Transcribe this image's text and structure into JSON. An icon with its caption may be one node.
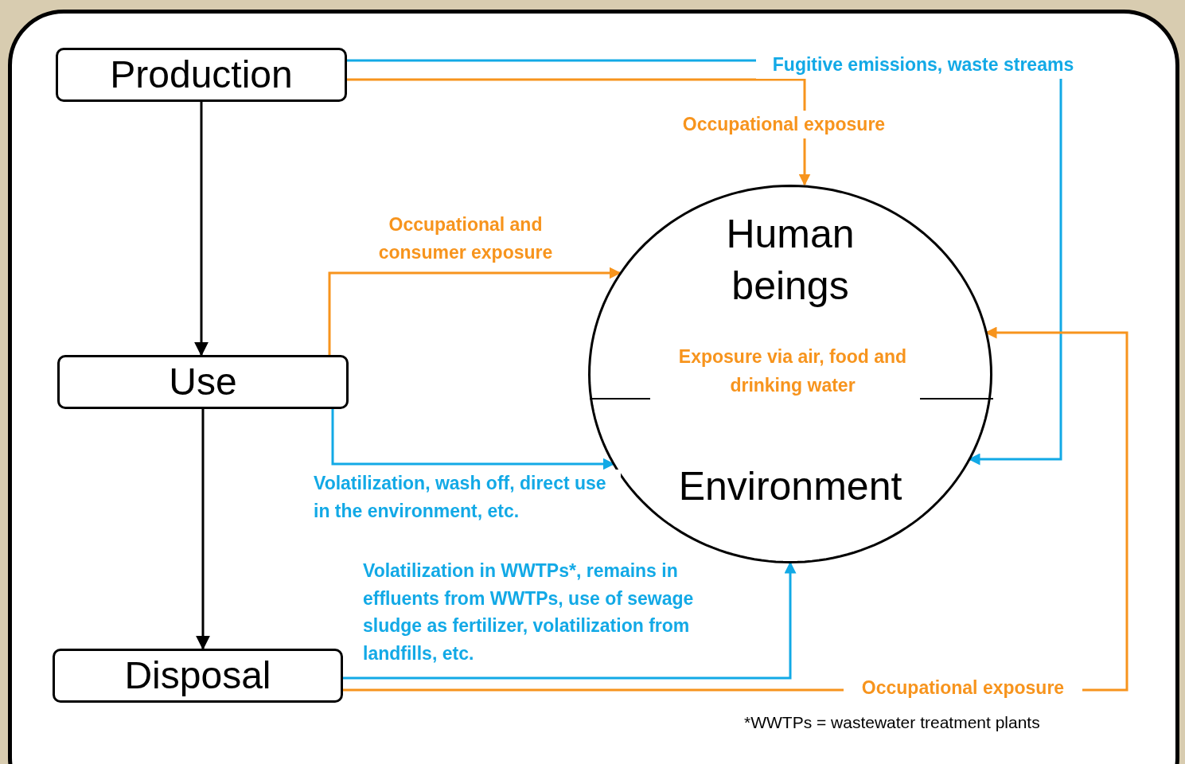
{
  "diagram": {
    "nodes": [
      {
        "text": [
          "Production"
        ]
      },
      {
        "text": [
          "Use"
        ]
      },
      {
        "text": [
          "Disposal"
        ]
      },
      {
        "text": [],
        "shape": "circle"
      },
      {
        "text": [
          "Human beings"
        ],
        "in": 3
      },
      {
        "text": [
          "Environment"
        ],
        "in": 3
      }
    ],
    "edges": [
      {
        "from": 0,
        "to": 1,
        "arrow": "to",
        "color": "#000000"
      },
      {
        "from": 1,
        "to": 2,
        "arrow": "to",
        "color": "#000000"
      },
      {
        "from": 0,
        "to": 5,
        "arrow": "to",
        "label": "Fugitive emissions, waste streams",
        "color": "#12a9e6"
      },
      {
        "from": 0,
        "to": 4,
        "arrow": "to",
        "label": "Occupational exposure",
        "color": "#f7941d"
      },
      {
        "from": 1,
        "to": 4,
        "arrow": "to",
        "label": "Occupational and consumer exposure",
        "color": "#f7941d"
      },
      {
        "from": 1,
        "to": 5,
        "arrow": "to",
        "label": "Volatilization, wash off, direct use in the environment, etc.",
        "color": "#12a9e6"
      },
      {
        "from": 2,
        "to": 5,
        "arrow": "to",
        "label": "Volatilization in WWTPs*, remains in effluents from WWTPs, use of sewage sludge as fertilizer, volatilization from landfills, etc.",
        "color": "#12a9e6"
      },
      {
        "from": 2,
        "to": 4,
        "arrow": "to",
        "label": "Occupational exposure",
        "color": "#f7941d"
      }
    ],
    "labels": [
      "Exposure via air, food and drinking water",
      "*WWTPs = wastewater treatment plants"
    ]
  }
}
